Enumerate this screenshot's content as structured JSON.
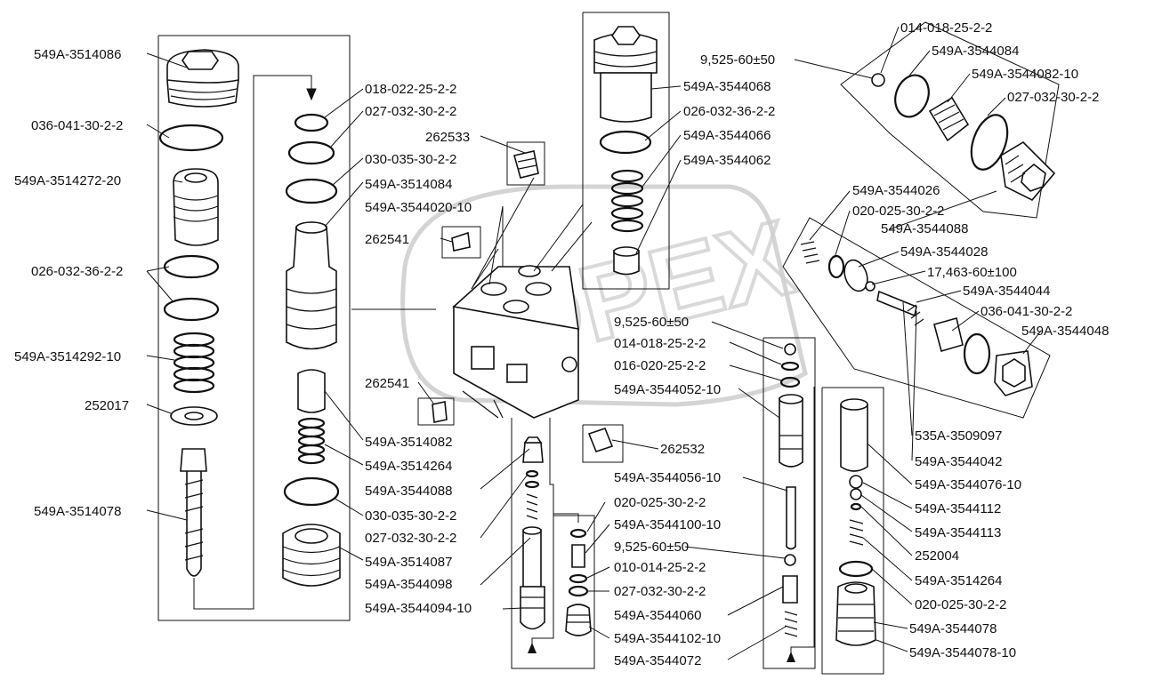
{
  "watermark": "OPEX",
  "labels": [
    "549A-3514086",
    "036-041-30-2-2",
    "549A-3514272-20",
    "026-032-36-2-2",
    "549A-3514292-10",
    "252017",
    "549A-3514078",
    "018-022-25-2-2",
    "027-032-30-2-2",
    "030-035-30-2-2",
    "549A-3514084",
    "549A-3544020-10",
    "262533",
    "262541",
    "262541",
    "549A-3514082",
    "549A-3514264",
    "549A-3544088",
    "030-035-30-2-2",
    "027-032-30-2-2",
    "549A-3514087",
    "549A-3544098",
    "549A-3544094-10",
    "549A-3544068",
    "026-032-36-2-2",
    "549A-3544066",
    "549A-3544062",
    "9,525-60±50",
    "014-018-25-2-2",
    "549A-3544084",
    "549A-3544082-10",
    "027-032-30-2-2",
    "549A-3544026",
    "020-025-30-2-2",
    "549A-3544088",
    "549A-3544028",
    "17,463-60±100",
    "549A-3544044",
    "036-041-30-2-2",
    "549A-3544048",
    "9,525-60±50",
    "014-018-25-2-2",
    "016-020-25-2-2",
    "549A-3544052-10",
    "262532",
    "535A-3509097",
    "549A-3544042",
    "549A-3544056-10",
    "549A-3544076-10",
    "020-025-30-2-2",
    "549A-3544112",
    "549A-3544100-10",
    "549A-3544113",
    "9,525-60±50",
    "252004",
    "010-014-25-2-2",
    "549A-3514264",
    "027-032-30-2-2",
    "020-025-30-2-2",
    "549A-3544060",
    "549A-3544102-10",
    "549A-3544078",
    "549A-3544072",
    "549A-3544078-10"
  ]
}
